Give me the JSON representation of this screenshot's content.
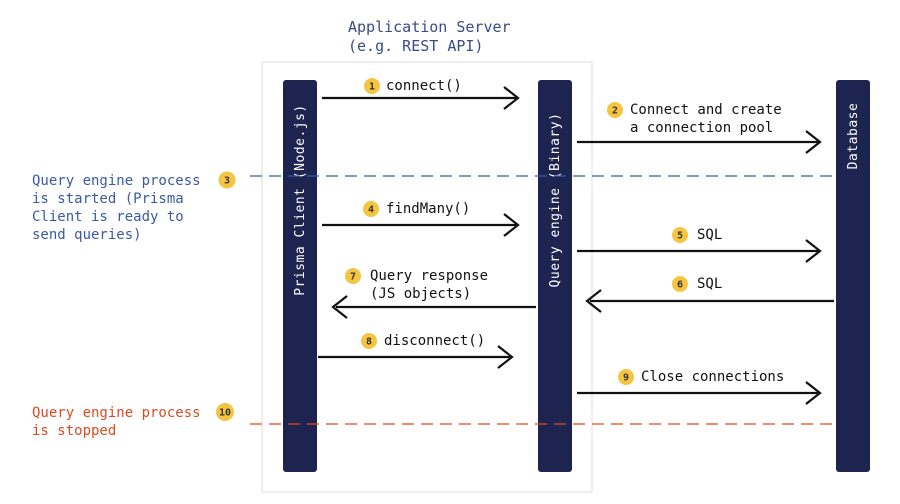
{
  "colors": {
    "lane": "#1e2450",
    "arrow": "#111111",
    "badge": "#f5c542",
    "header_text": "#3a4a8a",
    "started_color": "#3a5aa6",
    "stopped_color": "#e04a1f",
    "server_box": "#dddddd"
  },
  "server": {
    "title_line1": "Application Server",
    "title_line2": "(e.g. REST API)"
  },
  "lanes": {
    "client": "Prisma Client (Node.js)",
    "engine": "Query engine (Binary)",
    "database": "Database"
  },
  "notes": {
    "started": {
      "badge": "3",
      "lines": [
        "Query engine process",
        "is started (Prisma",
        "Client is ready to",
        "send queries)"
      ]
    },
    "stopped": {
      "badge": "10",
      "lines": [
        "Query engine process",
        "is stopped"
      ]
    }
  },
  "messages": [
    {
      "badge": "1",
      "lines": [
        "connect()"
      ]
    },
    {
      "badge": "2",
      "lines": [
        "Connect and create",
        "a connection pool"
      ]
    },
    {
      "badge": "4",
      "lines": [
        "findMany()"
      ]
    },
    {
      "badge": "5",
      "lines": [
        "SQL"
      ]
    },
    {
      "badge": "6",
      "lines": [
        "SQL"
      ]
    },
    {
      "badge": "7",
      "lines": [
        "Query response",
        "(JS objects)"
      ]
    },
    {
      "badge": "8",
      "lines": [
        "disconnect()"
      ]
    },
    {
      "badge": "9",
      "lines": [
        "Close connections"
      ]
    }
  ]
}
